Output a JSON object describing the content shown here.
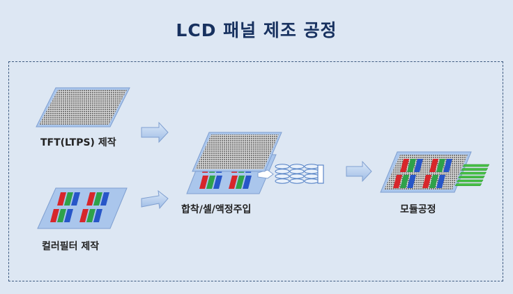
{
  "title": "LCD 패널 제조 공정",
  "steps": {
    "tft": "TFT(LTPS) 제작",
    "color_filter": "컬러필터 제작",
    "assembly": "합착/셀/액정주입",
    "module": "모듈공정"
  },
  "colors": {
    "title": "#17315f",
    "background": "#dde7f3",
    "panel": "#aac6ec",
    "arrow": "#bcd3ee",
    "red": "#d7262b",
    "green": "#2fa24a",
    "blue": "#2756c8",
    "fpc": "#45c045"
  }
}
